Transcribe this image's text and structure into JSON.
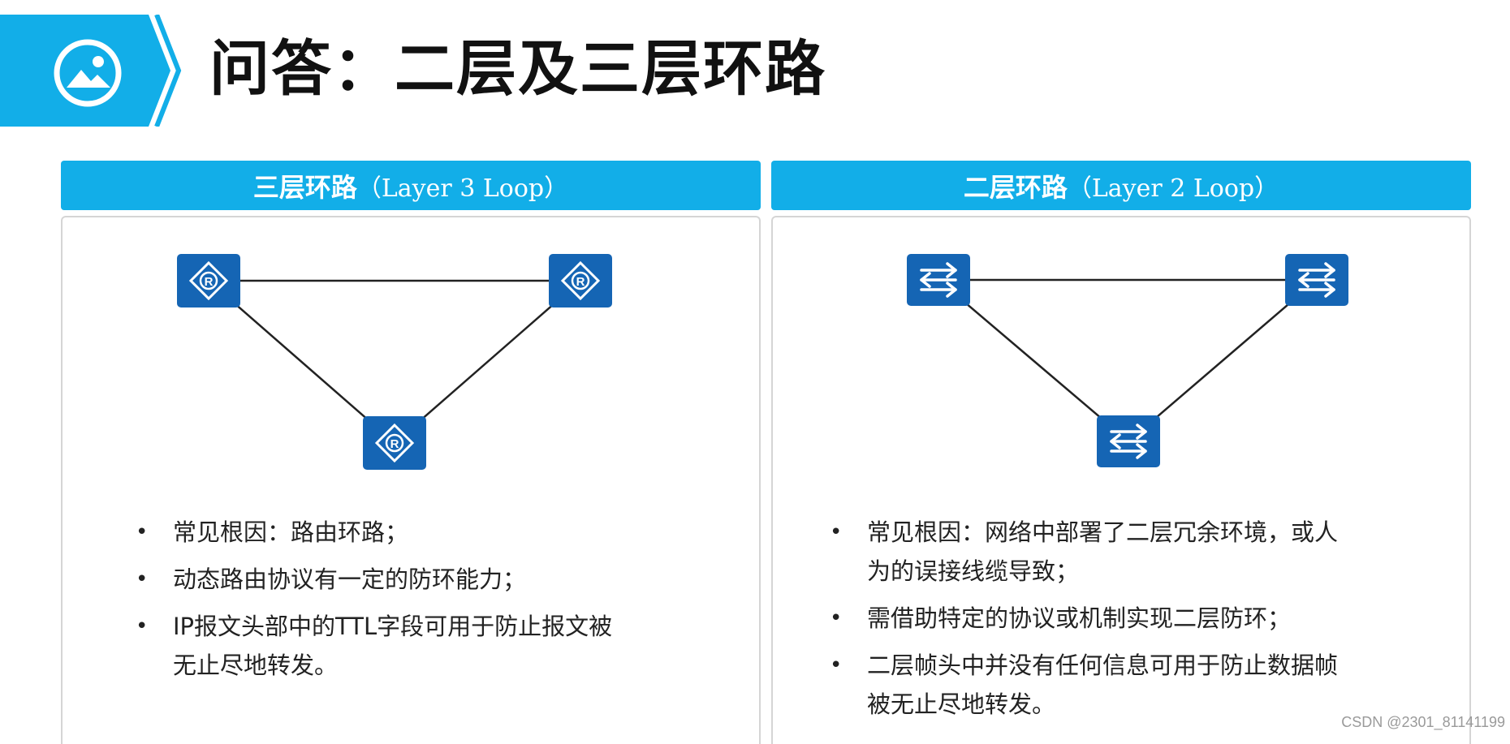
{
  "header": {
    "title": "问答：二层及三层环路",
    "icon": "image-icon",
    "accent_color": "#12aee8"
  },
  "left_panel": {
    "title_cn": "三层环路",
    "title_en": "（Layer 3 Loop）",
    "node_icon": "router-icon",
    "bullets": [
      "常见根因：路由环路；",
      "动态路由协议有一定的防环能力；",
      "IP报文头部中的TTL字段可用于防止报文被无止尽地转发。"
    ]
  },
  "right_panel": {
    "title_cn": "二层环路",
    "title_en": "（Layer 2 Loop）",
    "node_icon": "switch-icon",
    "bullets": [
      "常见根因：网络中部署了二层冗余环境，或人为的误接线缆导致；",
      "需借助特定的协议或机制实现二层防环；",
      "二层帧头中并没有任何信息可用于防止数据帧被无止尽地转发。"
    ]
  },
  "colors": {
    "panel_header": "#12aee8",
    "device": "#1565b4",
    "link": "#222222"
  },
  "watermark": "CSDN @2301_81141199"
}
